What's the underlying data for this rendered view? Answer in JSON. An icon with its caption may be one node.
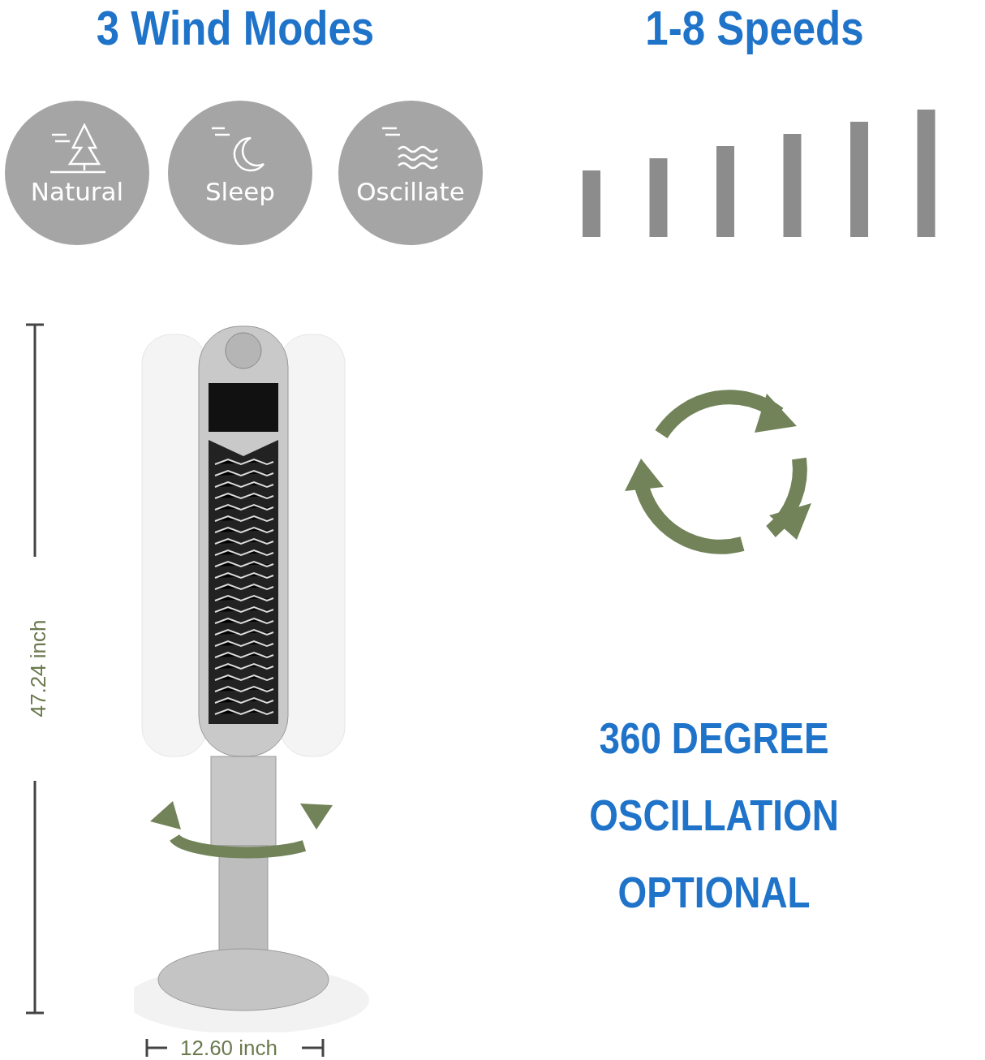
{
  "diagram": {
    "nodes": [
      {
        "text": [
          "Natural"
        ]
      },
      {
        "text": [
          "Sleep"
        ]
      },
      {
        "text": [
          "Oscillate"
        ]
      }
    ],
    "labels": [
      "3 Wind Modes",
      "1-8 Speeds",
      "47.24 inch",
      "12.60 inch",
      "360 DEGREE OSCILLATION OPTIONAL"
    ]
  }
}
